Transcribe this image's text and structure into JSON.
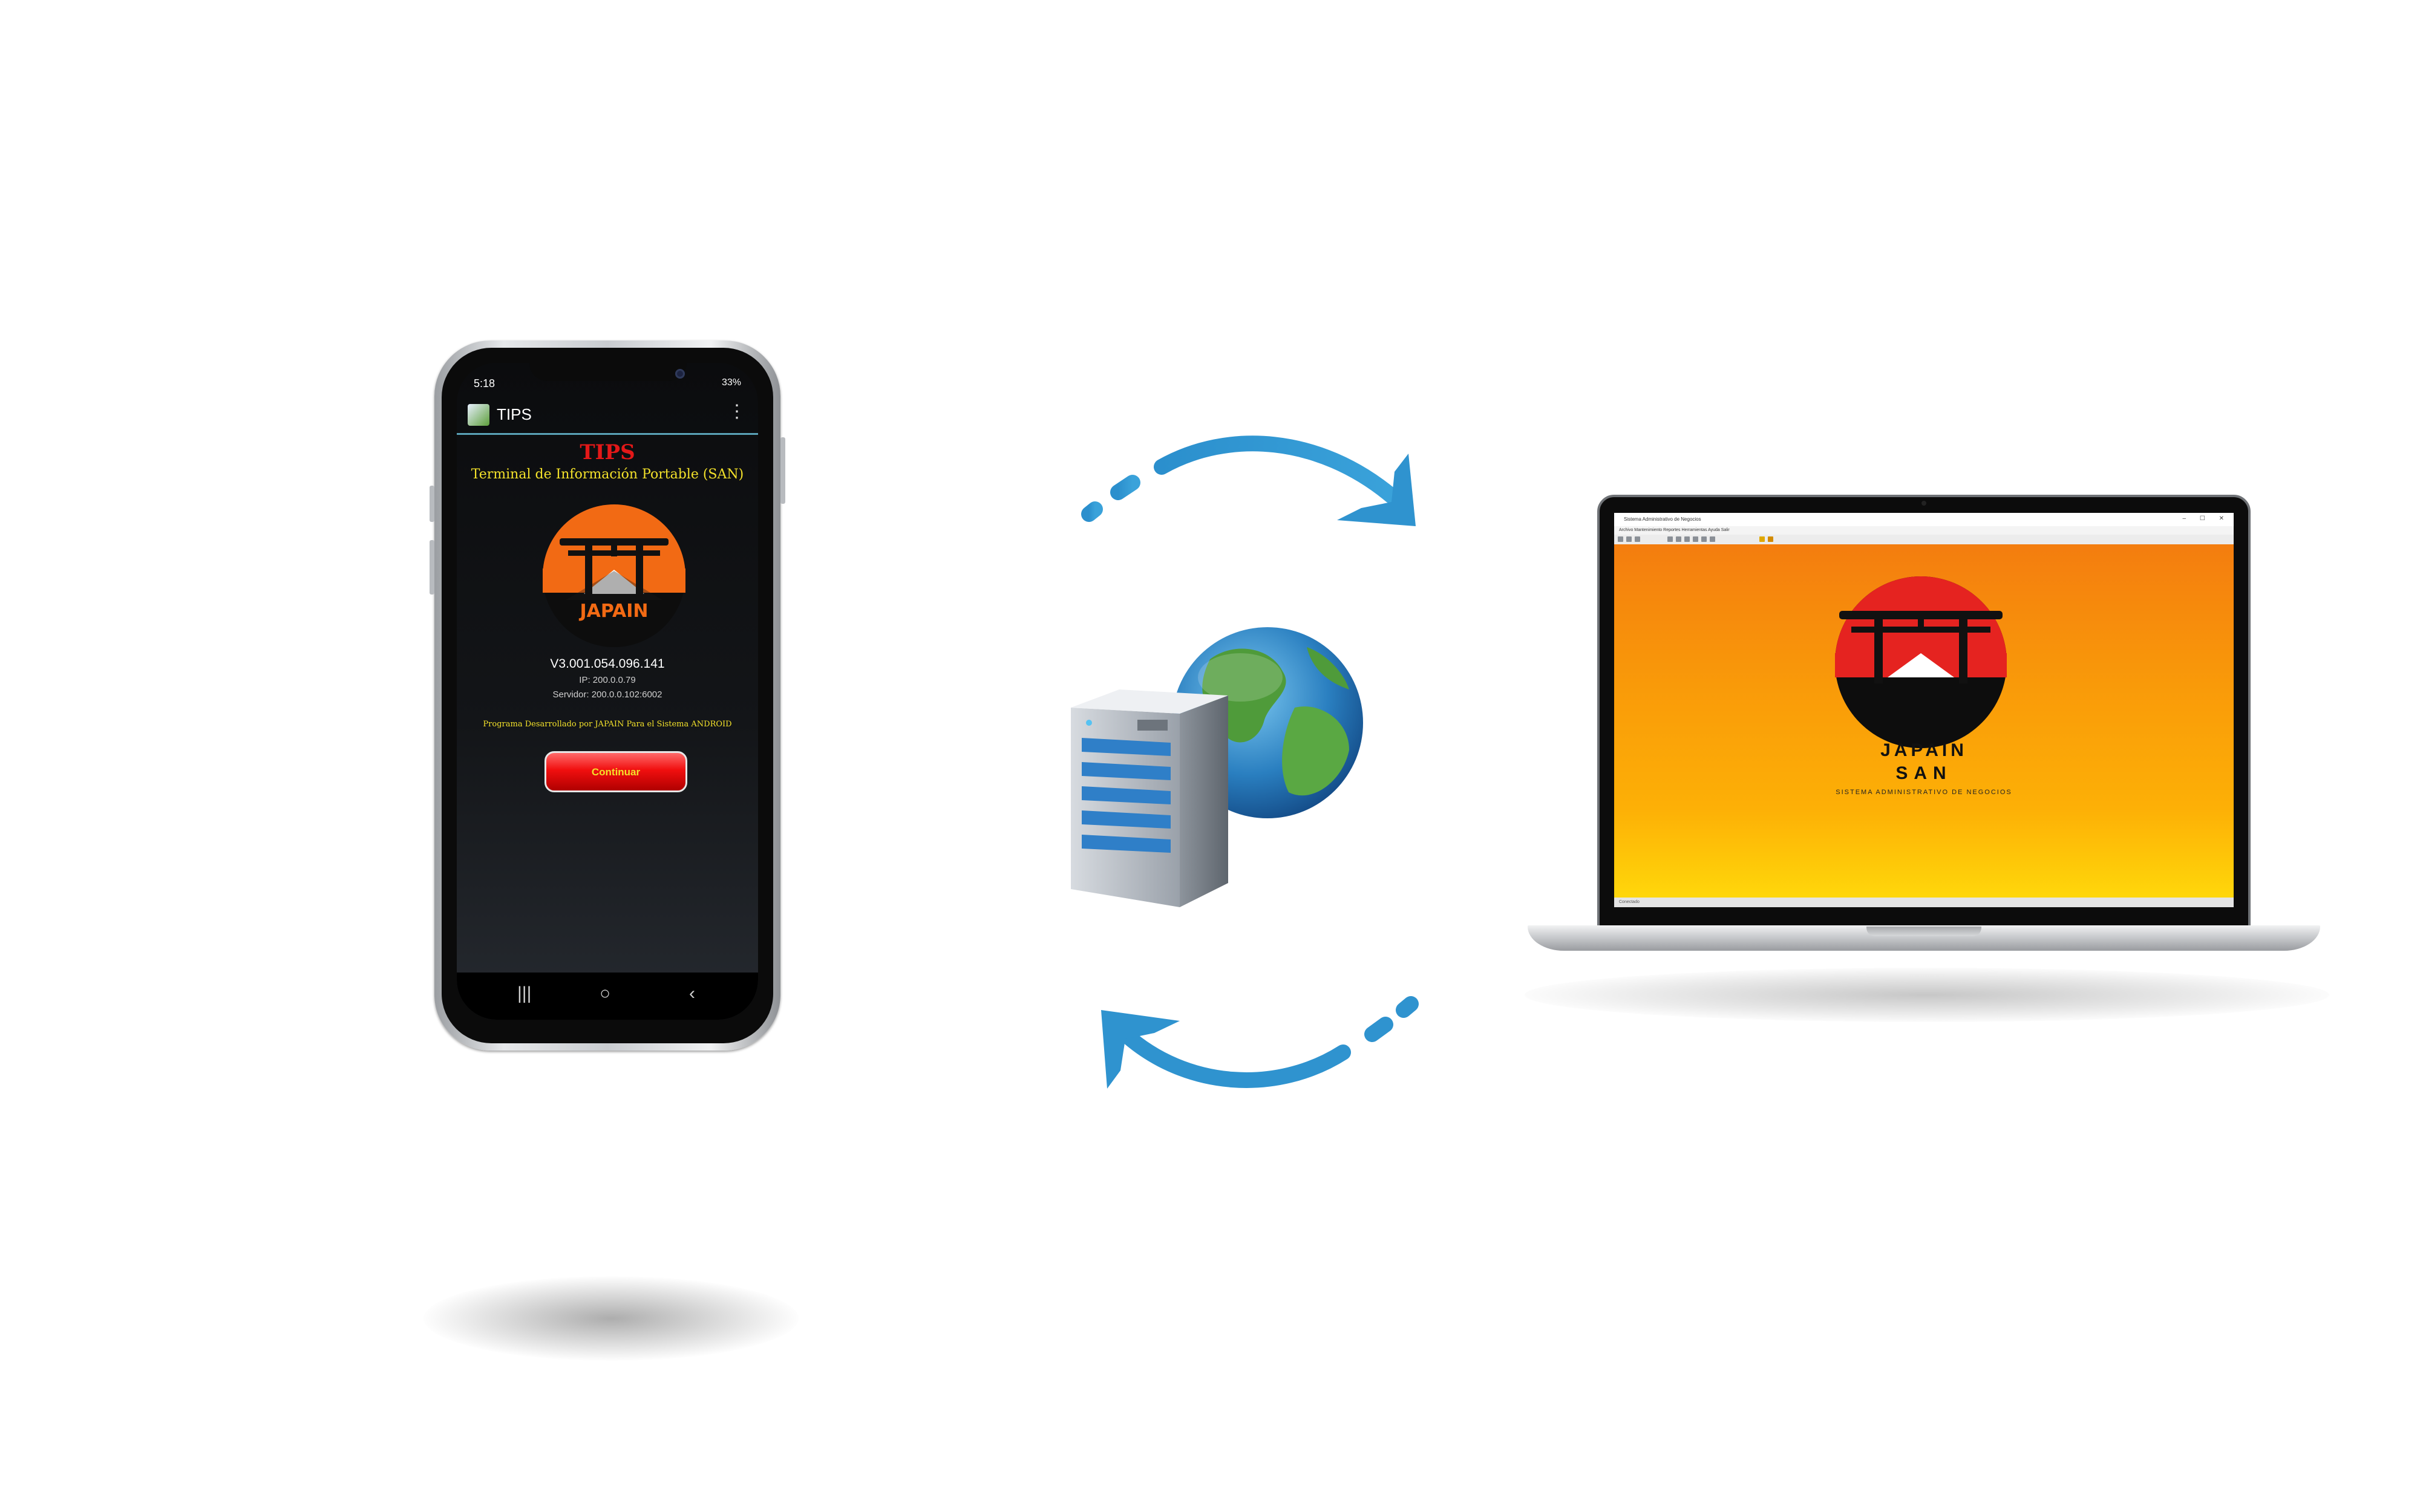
{
  "phone": {
    "status_time": "5:18",
    "status_battery": "33%",
    "app_name": "TIPS",
    "title": "TIPS",
    "subtitle": "Terminal de Información Portable (SAN)",
    "logo_text": "JAPAIN",
    "version": "V3.001.054.096.141",
    "ip": "IP: 200.0.0.79",
    "server": "Servidor: 200.0.0.102:6002",
    "developer_note": "Programa Desarrollado por JAPAIN Para el Sistema ANDROID",
    "continue_label": "Continuar",
    "nav_recents_icon": "|||",
    "nav_home_icon": "○",
    "nav_back_icon": "‹",
    "menu_icon": "⋮"
  },
  "network": {
    "icons": [
      "server-icon",
      "globe-icon",
      "sync-arrow-top-icon",
      "sync-arrow-bottom-icon"
    ]
  },
  "laptop": {
    "window_title": "Sistema Administrativo de Negocios",
    "window_controls": "– ☐ ✕",
    "menu_items": "Archivo  Mantenimiento  Reportes  Herramientas  Ayuda  Salir",
    "brand_line1": "JAPAIN",
    "brand_line2": "SAN",
    "brand_line3": "SISTEMA ADMINISTRATIVO DE NEGOCIOS",
    "statusbar": "Conectado"
  },
  "colors": {
    "arrow": "#2f93cf",
    "phone_logo_circle": "#f26a14",
    "laptop_logo_circle": "#e52320",
    "tips_red": "#e31818",
    "tips_yellow": "#f3e12a"
  }
}
